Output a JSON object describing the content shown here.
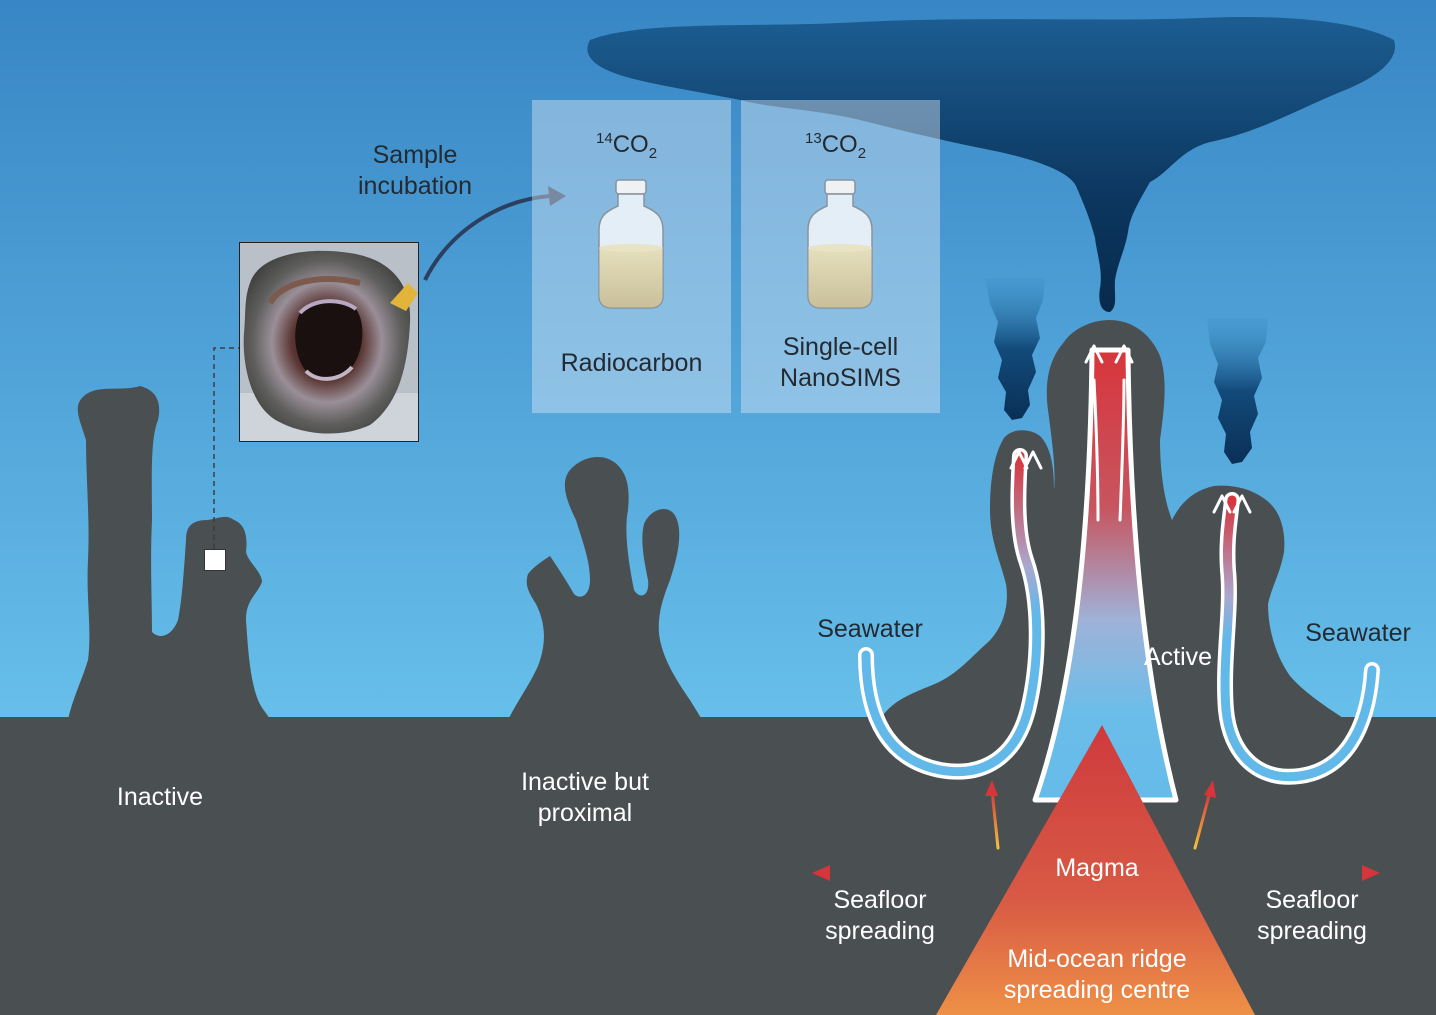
{
  "step": {
    "line1": "Sample",
    "line2": "incubation"
  },
  "panels": [
    {
      "isotope_mass": "14",
      "isotope_species": "CO",
      "isotope_sub": "2",
      "method": "Radiocarbon"
    },
    {
      "isotope_mass": "13",
      "isotope_species": "CO",
      "isotope_sub": "2",
      "method_line1": "Single-cell",
      "method_line2": "NanoSIMS"
    }
  ],
  "chimneys": {
    "inactive": "Inactive",
    "proximal": {
      "line1": "Inactive but",
      "line2": "proximal"
    },
    "active": "Active"
  },
  "flows": {
    "seawater_left": "Seawater",
    "seawater_right": "Seawater"
  },
  "spreading": {
    "left": {
      "line1": "Seafloor",
      "line2": "spreading"
    },
    "right": {
      "line1": "Seafloor",
      "line2": "spreading"
    }
  },
  "magma": "Magma",
  "ridge": {
    "line1": "Mid-ocean ridge",
    "line2": "spreading centre"
  },
  "colors": {
    "sky_top": "#3a8bc8",
    "sky_bottom": "#6cc0ea",
    "rock": "#4a4f52",
    "plume": "#0d3a63",
    "magma_top": "#cc3b3b",
    "magma_bottom": "#ee8c46",
    "seawater_channel": "#5fb3e6",
    "hot_channel": "#d2363b"
  }
}
